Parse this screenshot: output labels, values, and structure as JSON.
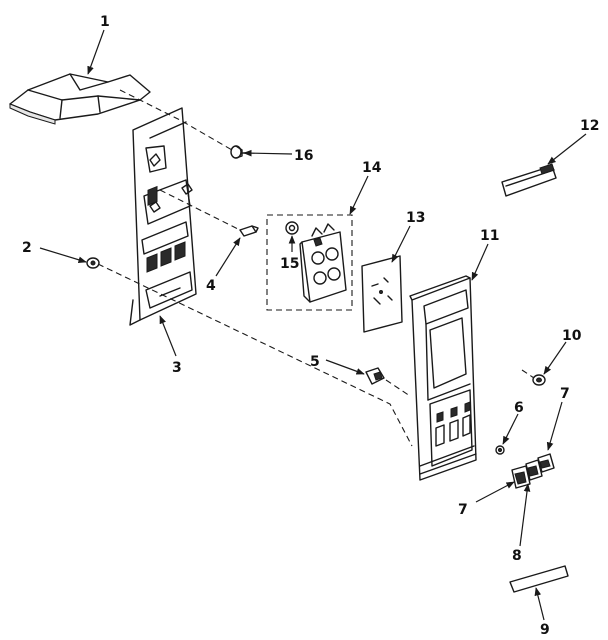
{
  "callouts": [
    {
      "id": "1",
      "text": "1"
    },
    {
      "id": "2",
      "text": "2"
    },
    {
      "id": "3",
      "text": "3"
    },
    {
      "id": "4",
      "text": "4"
    },
    {
      "id": "5",
      "text": "5"
    },
    {
      "id": "6",
      "text": "6"
    },
    {
      "id": "7a",
      "text": "7"
    },
    {
      "id": "7b",
      "text": "7"
    },
    {
      "id": "8",
      "text": "8"
    },
    {
      "id": "9",
      "text": "9"
    },
    {
      "id": "10",
      "text": "10"
    },
    {
      "id": "11",
      "text": "11"
    },
    {
      "id": "12",
      "text": "12"
    },
    {
      "id": "13",
      "text": "13"
    },
    {
      "id": "14",
      "text": "14"
    },
    {
      "id": "15",
      "text": "15"
    },
    {
      "id": "16",
      "text": "16"
    }
  ]
}
